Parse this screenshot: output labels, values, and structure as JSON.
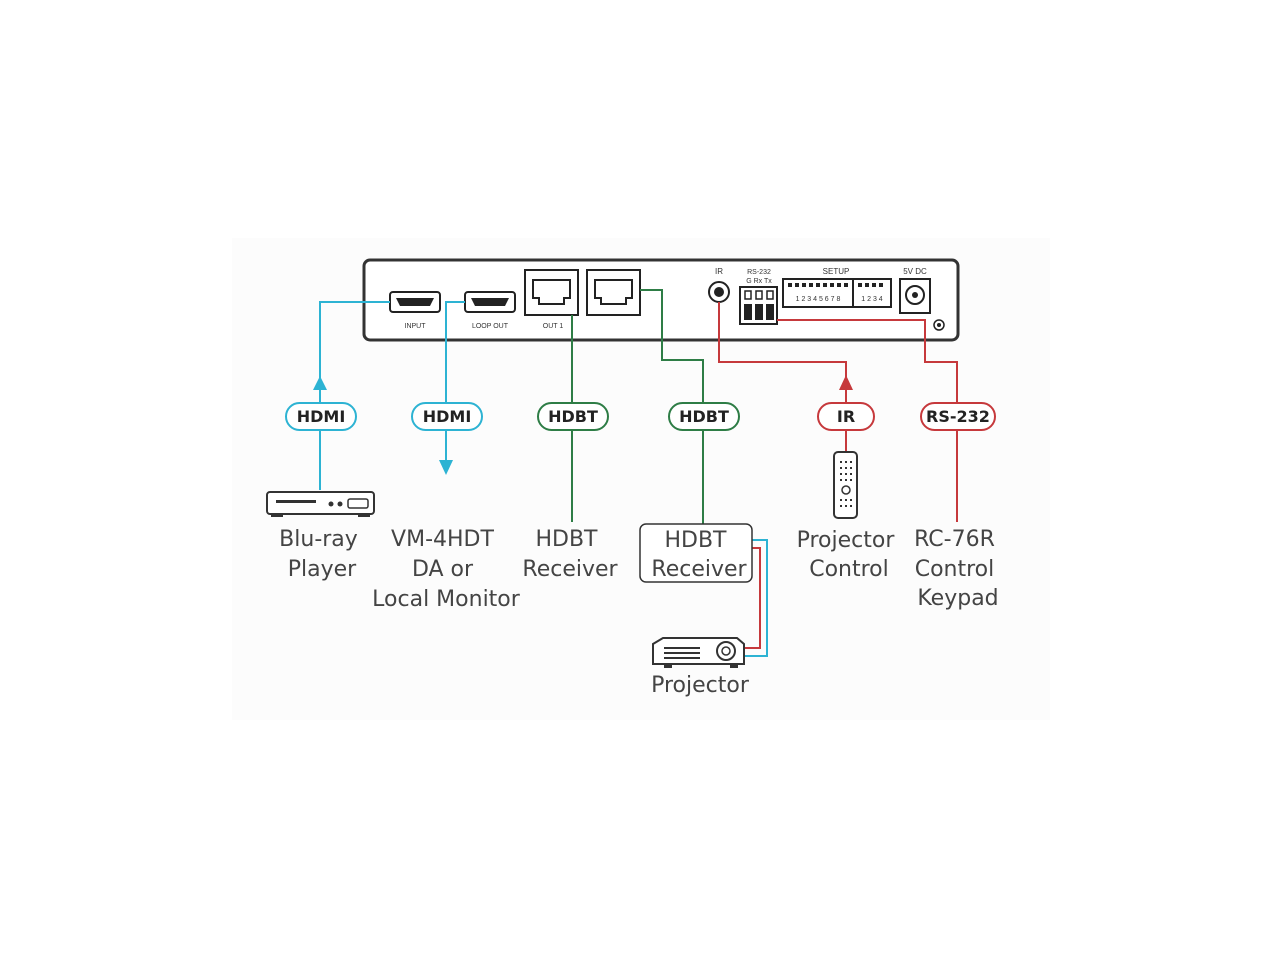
{
  "colors": {
    "hdmi": "#2db3d3",
    "hdbt": "#2e7d46",
    "control": "#c6393c",
    "panel_stroke": "#333333"
  },
  "panel": {
    "input_label": "INPUT",
    "loop_out_label": "LOOP OUT",
    "out1_label": "OUT 1",
    "ir_label": "IR",
    "rs232_label": "RS-232",
    "rs232_pins": "G  Rx  Tx",
    "setup_label": "SETUP",
    "setup_dip_a": "1 2 3 4 5 6 7 8",
    "setup_dip_b": "1 2 3 4",
    "power_label": "5V DC"
  },
  "connections": [
    {
      "id": "hdmi-in",
      "pill": "HDMI",
      "device": [
        "Blu-ray",
        "Player"
      ],
      "icon": "bluray-player-icon"
    },
    {
      "id": "hdmi-loop",
      "pill": "HDMI",
      "device": [
        "VM-4HDT",
        "DA or",
        "Local Monitor"
      ],
      "icon": ""
    },
    {
      "id": "hdbt-1",
      "pill": "HDBT",
      "device": [
        "HDBT",
        "Receiver"
      ],
      "icon": ""
    },
    {
      "id": "hdbt-2",
      "pill": "HDBT",
      "device": [
        "HDBT",
        "Receiver"
      ],
      "icon": ""
    },
    {
      "id": "ir",
      "pill": "IR",
      "device": [
        "Projector",
        "Control"
      ],
      "icon": "remote-control-icon"
    },
    {
      "id": "rs232",
      "pill": "RS-232",
      "device": [
        "RC-76R",
        "Control",
        "Keypad"
      ],
      "icon": ""
    }
  ],
  "projector": {
    "label": "Projector",
    "icon": "projector-icon"
  }
}
